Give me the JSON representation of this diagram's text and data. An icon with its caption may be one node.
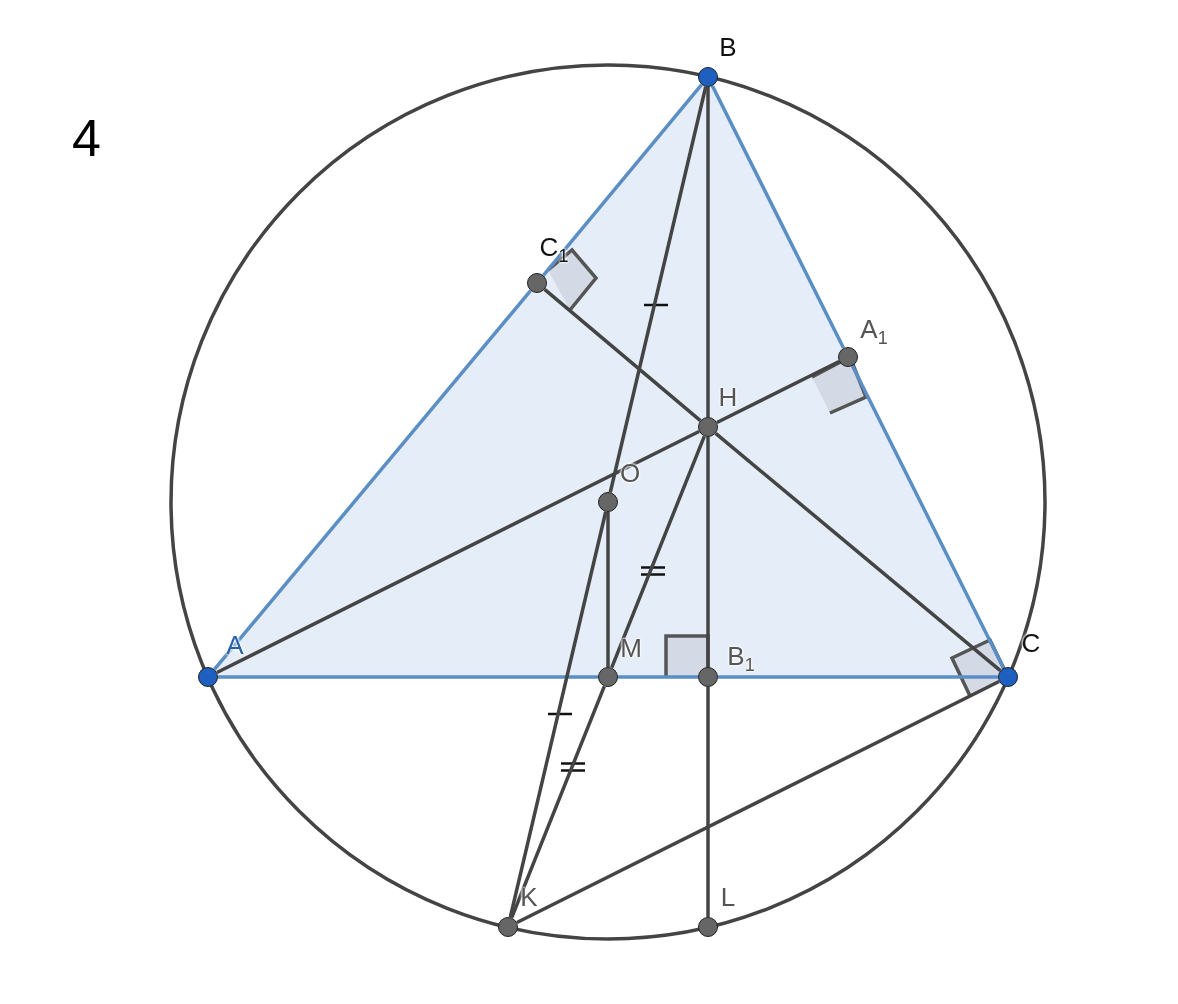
{
  "diagram": {
    "nodes": [
      {
        "text": [
          "B"
        ]
      },
      {
        "text": [
          "C$_{1}$"
        ]
      },
      {
        "text": [
          "A$_{1}$"
        ]
      },
      {
        "text": [
          "H"
        ]
      },
      {
        "text": [
          "O"
        ]
      },
      {
        "text": [
          "A"
        ]
      },
      {
        "text": [
          "M"
        ]
      },
      {
        "text": [
          "B$_{1}$"
        ]
      },
      {
        "text": [
          "C"
        ]
      },
      {
        "text": [
          "K"
        ]
      },
      {
        "text": [
          "L"
        ]
      }
    ],
    "edges": [
      {
        "from": 5,
        "to": 1,
        "arrow": "none",
        "color": "#5b8ec4"
      },
      {
        "from": 1,
        "to": 0,
        "arrow": "none",
        "color": "#5b8ec4"
      },
      {
        "from": 0,
        "to": 2,
        "arrow": "none",
        "color": "#5b8ec4"
      },
      {
        "from": 2,
        "to": 8,
        "arrow": "none",
        "color": "#5b8ec4"
      },
      {
        "from": 5,
        "to": 6,
        "arrow": "none",
        "color": "#5b8ec4"
      },
      {
        "from": 6,
        "to": 7,
        "arrow": "none",
        "color": "#5b8ec4"
      },
      {
        "from": 7,
        "to": 8,
        "arrow": "none",
        "color": "#5b8ec4"
      },
      {
        "from": 0,
        "to": 4,
        "arrow": "none"
      },
      {
        "from": 4,
        "to": 9,
        "arrow": "none"
      },
      {
        "from": 0,
        "to": 3,
        "arrow": "none"
      },
      {
        "from": 3,
        "to": 7,
        "arrow": "none"
      },
      {
        "from": 7,
        "to": 10,
        "arrow": "none"
      },
      {
        "from": 1,
        "to": 3,
        "arrow": "none"
      },
      {
        "from": 3,
        "to": 8,
        "arrow": "none"
      },
      {
        "from": 5,
        "to": 3,
        "arrow": "none"
      },
      {
        "from": 3,
        "to": 2,
        "arrow": "none"
      },
      {
        "from": 3,
        "to": 6,
        "arrow": "none"
      },
      {
        "from": 6,
        "to": 9,
        "arrow": "none"
      },
      {
        "from": 4,
        "to": 6,
        "arrow": "none"
      },
      {
        "from": 9,
        "to": 8,
        "arrow": "none"
      }
    ],
    "labels": [
      "4"
    ]
  }
}
